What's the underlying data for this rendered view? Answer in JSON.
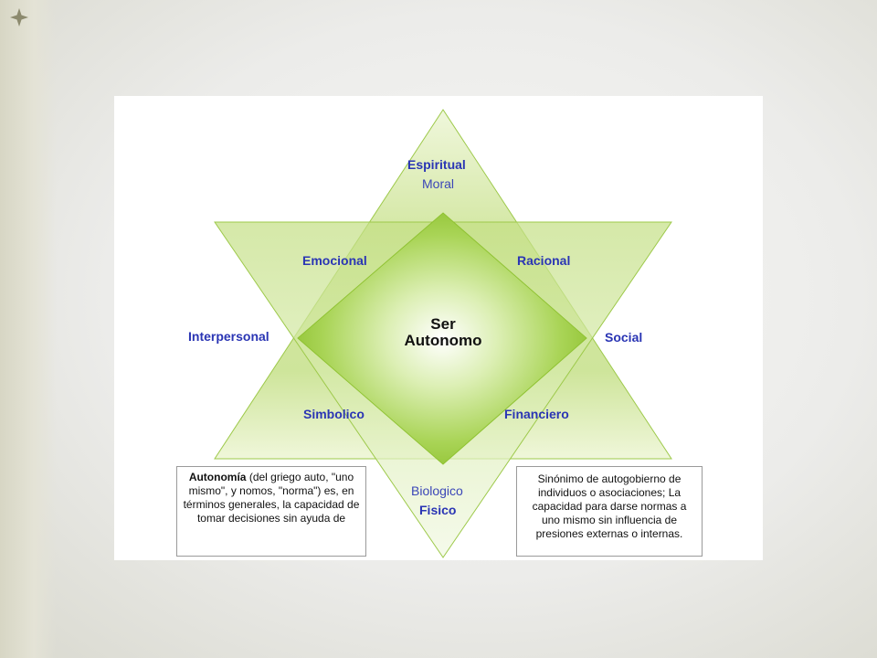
{
  "diagram": {
    "center": {
      "line1": "Ser",
      "line2": "Autonomo"
    },
    "top": {
      "primary": "Espiritual",
      "secondary": "Moral"
    },
    "bottom": {
      "secondary": "Biologico",
      "primary": "Fisico"
    },
    "left": "Interpersonal",
    "right": "Social",
    "upper_left": "Emocional",
    "upper_right": "Racional",
    "lower_left": "Simbolico",
    "lower_right": "Financiero"
  },
  "notes": {
    "left": {
      "term": "Autonomía",
      "text": " (del griego auto, \"uno mismo\", y nomos, \"norma\") es, en términos generales, la capacidad de tomar decisiones sin ayuda de"
    },
    "right": {
      "text": "Sinónimo de autogobierno de individuos o asociaciones; La capacidad para darse normas a uno mismo sin influencia de presiones externas o internas."
    }
  },
  "colors": {
    "triangle_fill": "#c6e08a",
    "triangle_stroke": "#9dc94a",
    "diamond_edge": "#8fc232",
    "label_blue": "#2a35b4"
  }
}
